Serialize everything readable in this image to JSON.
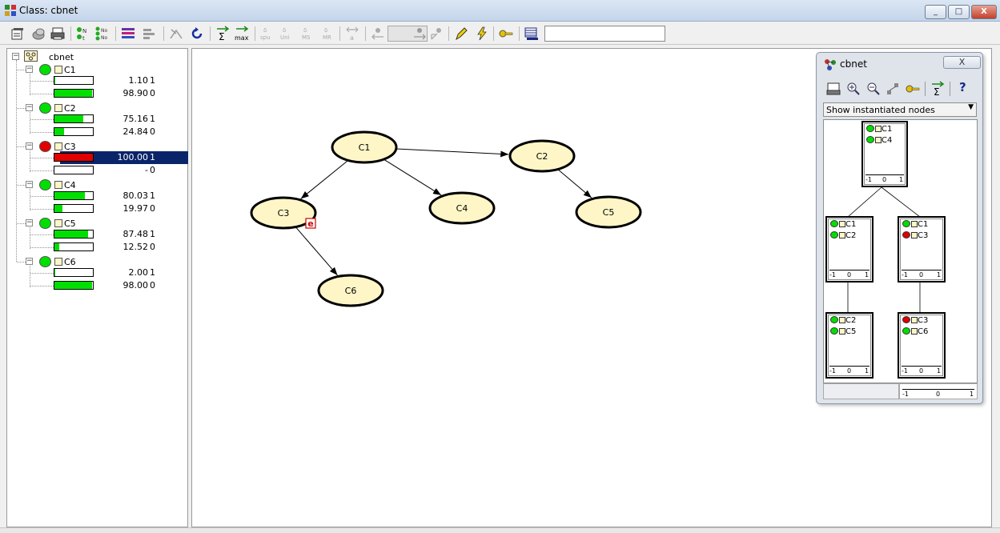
{
  "window": {
    "title": "Class: cbnet",
    "controls": {
      "minimize": "_",
      "maximize": "□",
      "close": "X"
    }
  },
  "toolbar": {
    "icons": [
      "properties-icon",
      "hide-icon",
      "print-icon",
      "show-table-icon",
      "show-all-tables-icon",
      "layout-icon",
      "align-icon",
      "reroute-icon",
      "refresh-icon",
      "sum-propagate-icon",
      "max-propagate-icon",
      "spu-icon",
      "uni-icon",
      "ms-icon",
      "mr-icon",
      "arrow-a-icon",
      "left-arrow-icon",
      "slider-icon",
      "zoom-nodes-icon",
      "pencil-icon",
      "lightning-icon",
      "key-icon",
      "table-grid-icon"
    ],
    "search_value": ""
  },
  "tree": {
    "root": "cbnet",
    "nodes": [
      {
        "name": "C1",
        "status_color": "#00e000",
        "states": [
          {
            "value": "1.10",
            "label": "1",
            "fill": 0.011,
            "color": "#00e000"
          },
          {
            "value": "98.90",
            "label": "0",
            "fill": 0.989,
            "color": "#00e000"
          }
        ]
      },
      {
        "name": "C2",
        "status_color": "#00e000",
        "states": [
          {
            "value": "75.16",
            "label": "1",
            "fill": 0.7516,
            "color": "#00e000"
          },
          {
            "value": "24.84",
            "label": "0",
            "fill": 0.2484,
            "color": "#00e000"
          }
        ]
      },
      {
        "name": "C3",
        "status_color": "#e00000",
        "states": [
          {
            "value": "100.00",
            "label": "1",
            "fill": 1.0,
            "color": "#e00000",
            "selected": true
          },
          {
            "value": "-",
            "label": "0",
            "fill": 0,
            "color": "#00e000"
          }
        ]
      },
      {
        "name": "C4",
        "status_color": "#00e000",
        "states": [
          {
            "value": "80.03",
            "label": "1",
            "fill": 0.8003,
            "color": "#00e000"
          },
          {
            "value": "19.97",
            "label": "0",
            "fill": 0.1997,
            "color": "#00e000"
          }
        ]
      },
      {
        "name": "C5",
        "status_color": "#00e000",
        "states": [
          {
            "value": "87.48",
            "label": "1",
            "fill": 0.8748,
            "color": "#00e000"
          },
          {
            "value": "12.52",
            "label": "0",
            "fill": 0.1252,
            "color": "#00e000"
          }
        ]
      },
      {
        "name": "C6",
        "status_color": "#00e000",
        "states": [
          {
            "value": "2.00",
            "label": "1",
            "fill": 0.02,
            "color": "#00e000"
          },
          {
            "value": "98.00",
            "label": "0",
            "fill": 0.98,
            "color": "#00e000"
          }
        ]
      }
    ]
  },
  "graph": {
    "nodes": {
      "C1": "C1",
      "C2": "C2",
      "C3": "C3",
      "C4": "C4",
      "C5": "C5",
      "C6": "C6"
    },
    "evidence_marker": "e",
    "edges": [
      [
        "C1",
        "C2"
      ],
      [
        "C1",
        "C3"
      ],
      [
        "C1",
        "C4"
      ],
      [
        "C2",
        "C5"
      ],
      [
        "C3",
        "C6"
      ]
    ]
  },
  "junction_window": {
    "title": "cbnet",
    "close": "X",
    "toolbar_icons": [
      "print-icon",
      "zoom-in-icon",
      "zoom-out-icon",
      "layout-icon",
      "key-icon",
      "sum-propagate-icon",
      "help-icon"
    ],
    "help_glyph": "?",
    "dropdown": "Show instantiated nodes",
    "cliques": [
      {
        "rows": [
          {
            "dot": "#00e000",
            "name": "C1"
          },
          {
            "dot": "#00e000",
            "name": "C4"
          }
        ]
      },
      {
        "rows": [
          {
            "dot": "#00e000",
            "name": "C1"
          },
          {
            "dot": "#00e000",
            "name": "C2"
          }
        ]
      },
      {
        "rows": [
          {
            "dot": "#00e000",
            "name": "C1"
          },
          {
            "dot": "#e00000",
            "name": "C3"
          }
        ]
      },
      {
        "rows": [
          {
            "dot": "#00e000",
            "name": "C2"
          },
          {
            "dot": "#00e000",
            "name": "C5"
          }
        ]
      },
      {
        "rows": [
          {
            "dot": "#e00000",
            "name": "C3"
          },
          {
            "dot": "#00e000",
            "name": "C6"
          }
        ]
      }
    ],
    "axis_ticks": [
      "-1",
      "0",
      "1"
    ]
  }
}
